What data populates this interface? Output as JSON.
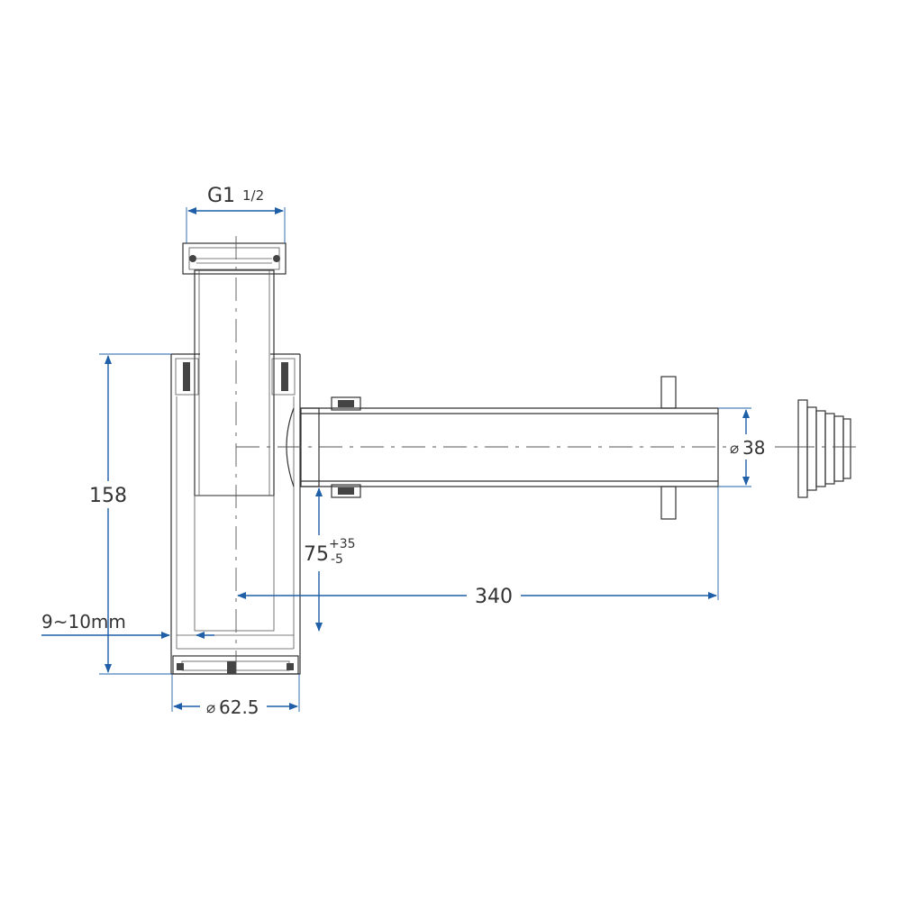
{
  "colors": {
    "dimension": "#1f5fa8",
    "outline": "#333333",
    "background": "#ffffff"
  },
  "dimensions": {
    "thread": {
      "value": "G1",
      "suffix": "1/2"
    },
    "height": "158",
    "adjustable": {
      "value": "75",
      "upper": "+35",
      "lower": "-5"
    },
    "length": "340",
    "sink_thickness": "9~10mm",
    "body_diameter": {
      "symbol": "⌀",
      "value": "62.5"
    },
    "pipe_diameter": {
      "symbol": "⌀",
      "value": "38"
    }
  }
}
